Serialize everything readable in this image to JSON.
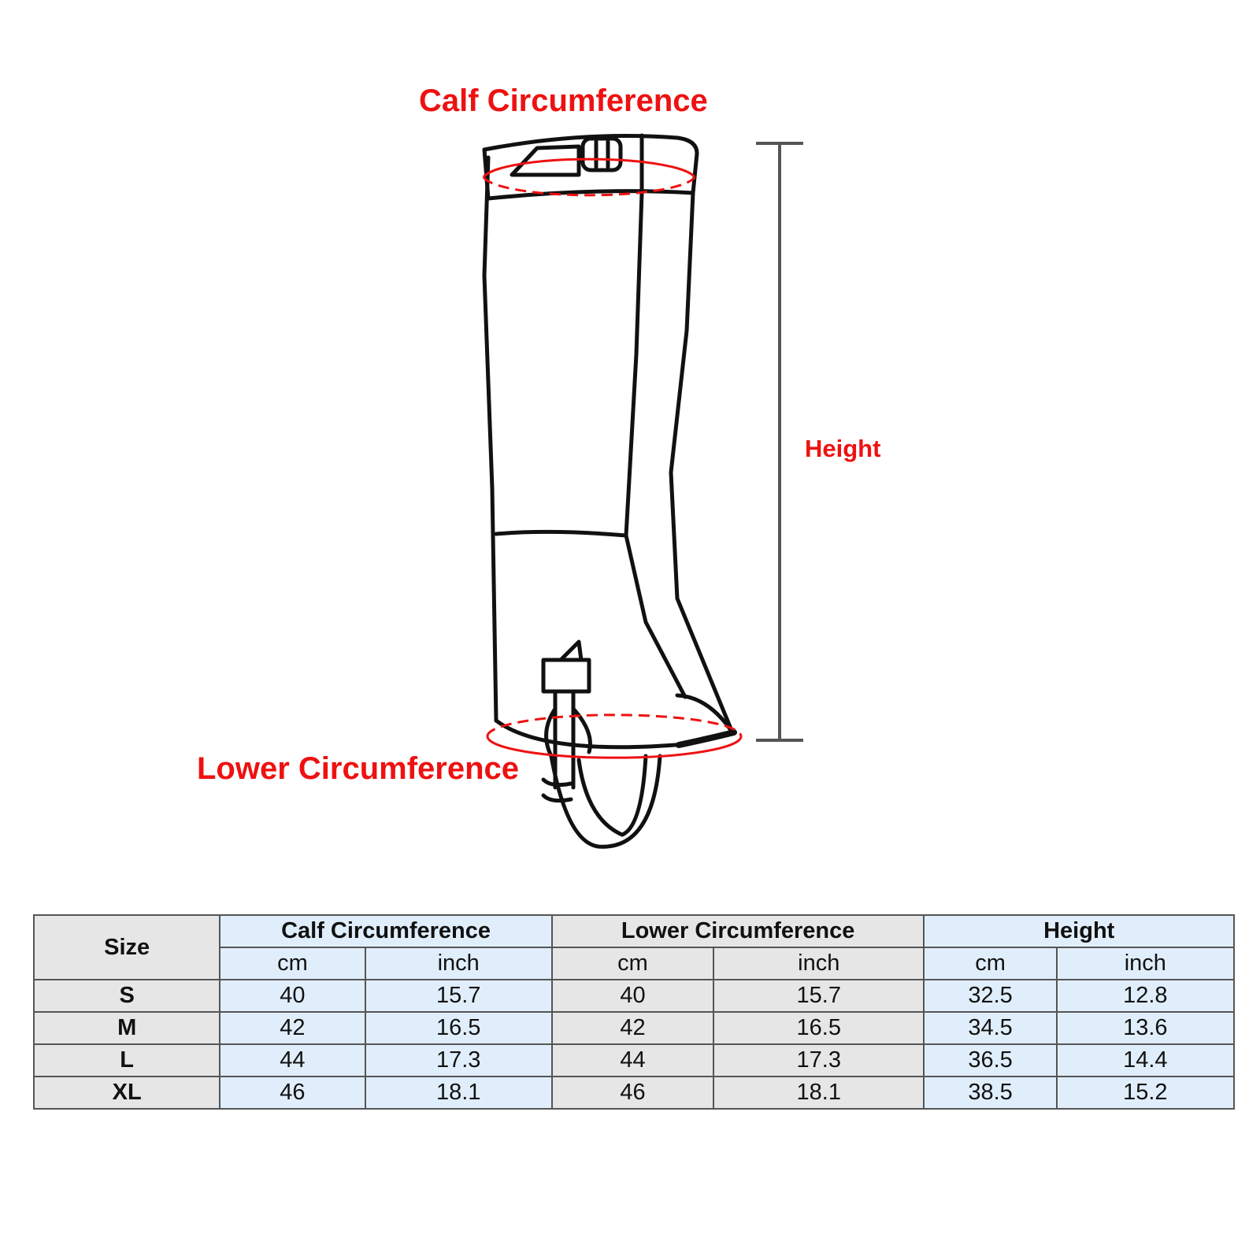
{
  "diagram": {
    "labels": {
      "calf": "Calf Circumference",
      "lower": "Lower Circumference",
      "height": "Height"
    },
    "colors": {
      "annotation": "#ee1111",
      "outline": "#111111",
      "dimension_line": "#555555",
      "header_gray": "#e6e6e6",
      "header_blue": "#e0eefc"
    }
  },
  "table": {
    "size_header": "Size",
    "groups": [
      "Calf Circumference",
      "Lower Circumference",
      "Height"
    ],
    "units": [
      "cm",
      "inch",
      "cm",
      "inch",
      "cm",
      "inch"
    ],
    "rows": [
      {
        "size": "S",
        "values": [
          "40",
          "15.7",
          "40",
          "15.7",
          "32.5",
          "12.8"
        ]
      },
      {
        "size": "M",
        "values": [
          "42",
          "16.5",
          "42",
          "16.5",
          "34.5",
          "13.6"
        ]
      },
      {
        "size": "L",
        "values": [
          "44",
          "17.3",
          "44",
          "17.3",
          "36.5",
          "14.4"
        ]
      },
      {
        "size": "XL",
        "values": [
          "46",
          "18.1",
          "46",
          "18.1",
          "38.5",
          "15.2"
        ]
      }
    ]
  }
}
